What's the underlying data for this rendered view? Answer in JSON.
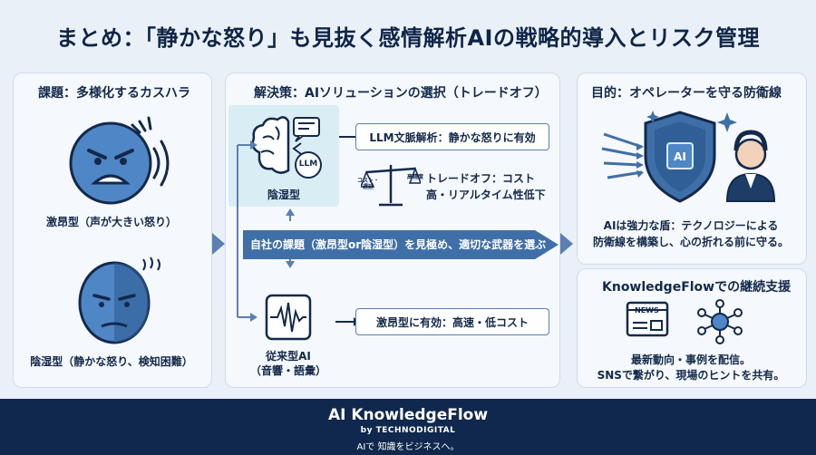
{
  "title": "まとめ：「静かな怒り」も見抜く感情解析AIの戦略的導入とリスク管理",
  "left": {
    "heading": "課題：多様化するカスハラ",
    "type1": "激昂型（声が大きい怒り）",
    "type2": "陰湿型（静かな怒り、検知困難）"
  },
  "middle": {
    "heading": "解決策：AIソリューションの選択（トレードオフ）",
    "llm_caption": "陰湿型",
    "llm_badge": "LLM",
    "llm_result": "LLM文脈解析：静かな怒りに有効",
    "scale_left": "コスト・遅延",
    "scale_right": "高精度",
    "tradeoff_line1": "トレードオフ：コスト",
    "tradeoff_line2": "高・リアルタイム性低下",
    "banner": "自社の課題（激昂型or陰湿型）を見極め、適切な武器を選ぶ",
    "legacy_caption_line1": "従来型AI",
    "legacy_caption_line2": "（音響・語彙）",
    "legacy_result": "激昂型に有効：高速・低コスト"
  },
  "right": {
    "goal_heading": "目的：オペレーターを守る防衛線",
    "shield_badge": "AI",
    "goal_line1": "AIは強力な盾：テクノロジーによる",
    "goal_line2": "防衛線を構築し、心の折れる前に守る。",
    "support_heading": "KnowledgeFlowでの継続支援",
    "news_label": "NEWS",
    "support_line1": "最新動向・事例を配信。",
    "support_line2": "SNSで繋がり、現場のヒントを共有。"
  },
  "footer": {
    "brand": "AI KnowledgeFlow",
    "by": "by TECHNODIGITAL",
    "tagline": "AIで 知識をビジネスへ。"
  },
  "colors": {
    "navy": "#10284d",
    "accent": "#3f6fa8",
    "face": "#4f86c6",
    "teal_bg": "#d9eef4"
  }
}
